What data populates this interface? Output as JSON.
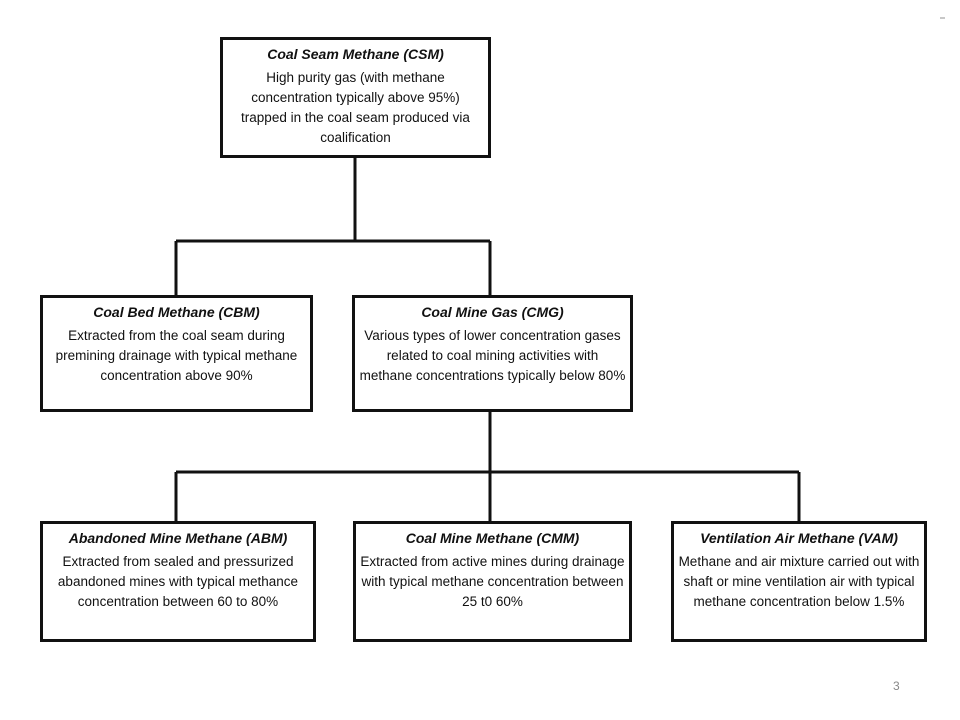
{
  "diagram": {
    "root": {
      "title": "Coal Seam Methane (CSM)",
      "description": "High purity gas (with methane concentration typically above 95%) trapped in the coal seam produced via coalification"
    },
    "level2": [
      {
        "title": "Coal Bed Methane (CBM)",
        "description": "Extracted from the coal seam during premining drainage with typical methane concentration above 90%"
      },
      {
        "title": "Coal Mine Gas (CMG)",
        "description": "Various types of lower concentration gases related to coal mining activities with methane concentrations typically below 80%"
      }
    ],
    "level3": [
      {
        "title": "Abandoned Mine Methane (ABM)",
        "description": "Extracted from sealed and pressurized abandoned mines with typical methance concentration between 60 to 80%"
      },
      {
        "title": "Coal Mine Methane (CMM)",
        "description": "Extracted from active mines during drainage with typical methane concentration between 25 t0 60%"
      },
      {
        "title": "Ventilation Air Methane (VAM)",
        "description": "Methane and air mixture carried out with shaft or mine ventilation air with typical methane concentration below 1.5%"
      }
    ]
  },
  "page_number": "3"
}
